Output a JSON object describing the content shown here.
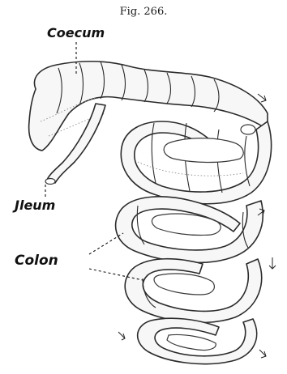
{
  "figure": {
    "caption": "Fig. 266.",
    "labels": {
      "coecum": "Coecum",
      "ileum": "Jleum",
      "colon": "Colon"
    }
  }
}
